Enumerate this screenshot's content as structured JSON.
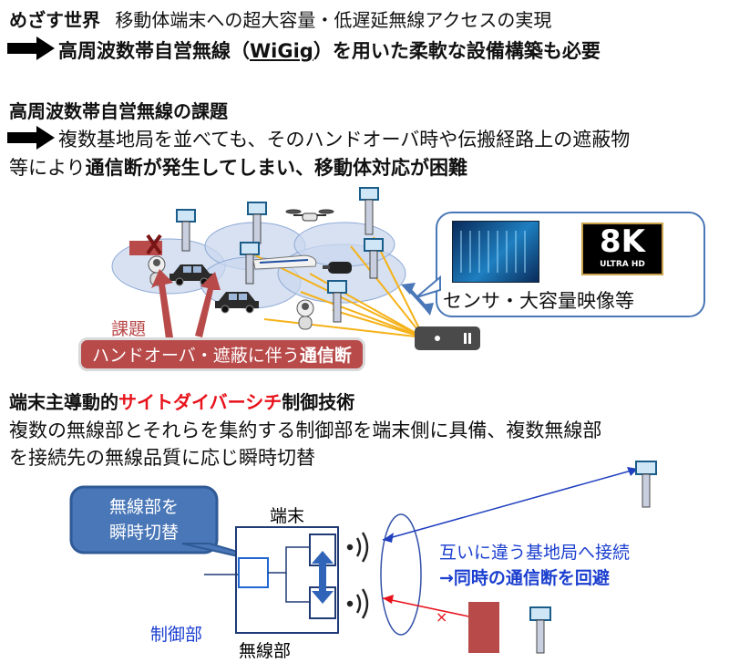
{
  "goal": {
    "heading": "めざす世界",
    "statement": "移動体端末への超大容量・低遅延無線アクセスの実現",
    "point": "高周波数帯自営無線（",
    "point_wigig": "WiGig",
    "point_end": "）を用いた柔軟な設備構築も必要"
  },
  "issue": {
    "heading": "高周波数帯自営無線の課題",
    "line1": "複数基地局を並べても、そのハンドオーバ時や伝搬経路上の遮蔽物",
    "line2_plain": "等により",
    "line2_bold": "通信断が発生してしまい、移動体対応が困難"
  },
  "scene": {
    "bubble_label": "センサ・大容量映像等",
    "badge_8k": "8K",
    "badge_ultra": "ULTRA HD",
    "problem_label": "課題",
    "problem_banner_plain": "ハンドオーバ・遮蔽に伴う",
    "problem_banner_bold": "通信断"
  },
  "tech": {
    "heading_a": "端末主導動的",
    "heading_b": "サイトダイバーシチ",
    "heading_c": "制御技術",
    "line1": "複数の無線部とそれらを集約する制御部を端末側に具備、複数無線部",
    "line2": "を接続先の無線品質に応じ瞬時切替"
  },
  "diagram": {
    "callout_line1": "無線部を",
    "callout_line2": "瞬時切替",
    "terminal_label": "端末",
    "controller_label": "制御部",
    "radio_label": "無線部",
    "connect_note": "互いに違う基地局へ接続",
    "avoid_note": "→同時の通信断を回避"
  },
  "colors": {
    "accent_red": "#e8121b",
    "accent_blue": "#1b3fcf",
    "banner": "#b84a4a",
    "callout": "#4a77b8",
    "cell_fill": "#c9d7ee"
  }
}
